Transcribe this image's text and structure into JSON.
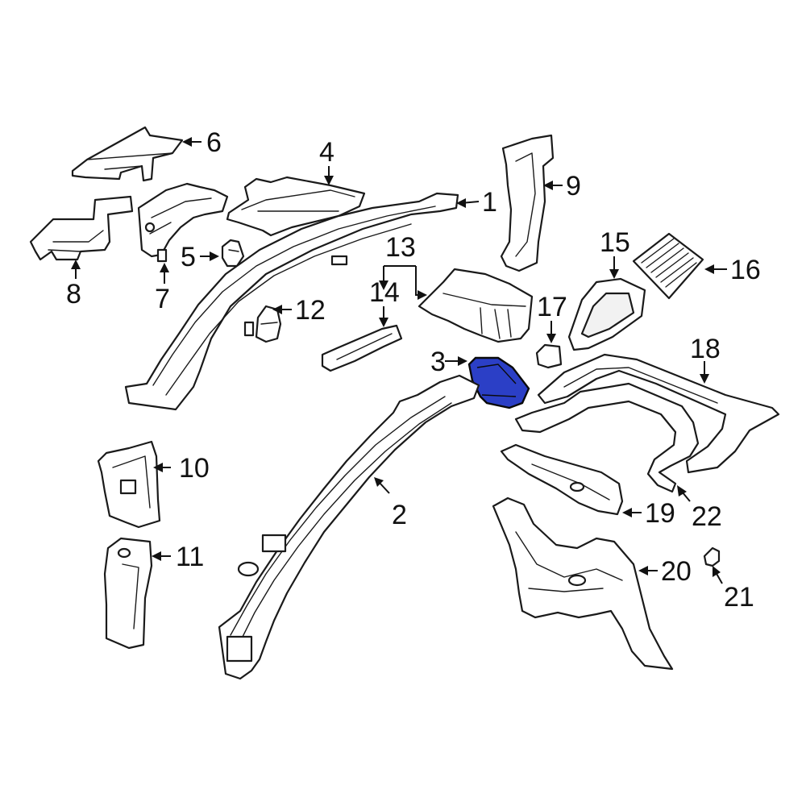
{
  "diagram": {
    "highlighted_part": "3",
    "highlight_color": "#2b3fc6",
    "callouts": [
      {
        "id": "1",
        "label": "1"
      },
      {
        "id": "2",
        "label": "2"
      },
      {
        "id": "3",
        "label": "3"
      },
      {
        "id": "4",
        "label": "4"
      },
      {
        "id": "5",
        "label": "5"
      },
      {
        "id": "6",
        "label": "6"
      },
      {
        "id": "7",
        "label": "7"
      },
      {
        "id": "8",
        "label": "8"
      },
      {
        "id": "9",
        "label": "9"
      },
      {
        "id": "10",
        "label": "10"
      },
      {
        "id": "11",
        "label": "11"
      },
      {
        "id": "12",
        "label": "12"
      },
      {
        "id": "13",
        "label": "13"
      },
      {
        "id": "14",
        "label": "14"
      },
      {
        "id": "15",
        "label": "15"
      },
      {
        "id": "16",
        "label": "16"
      },
      {
        "id": "17",
        "label": "17"
      },
      {
        "id": "18",
        "label": "18"
      },
      {
        "id": "19",
        "label": "19"
      },
      {
        "id": "20",
        "label": "20"
      },
      {
        "id": "21",
        "label": "21"
      },
      {
        "id": "22",
        "label": "22"
      }
    ]
  }
}
